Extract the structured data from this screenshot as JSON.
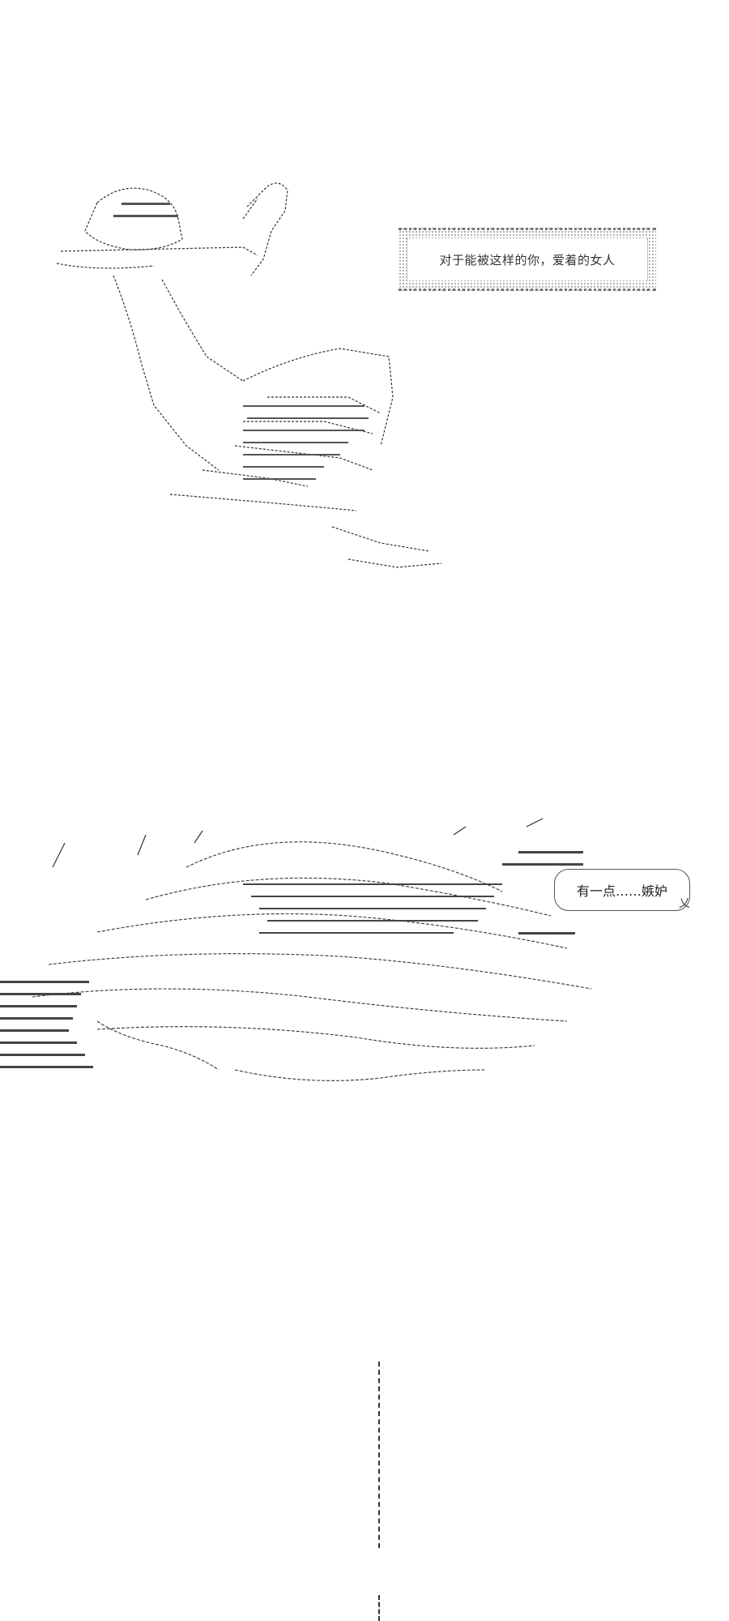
{
  "caption": {
    "text": "对于能被这样的你，爱着的女人"
  },
  "speech": {
    "text": "有一点……嫉妒"
  },
  "art": {
    "scene1_subject": "seated-figure-ascii-art",
    "scene2_subject": "crowd-grasping-hands-ascii-art"
  },
  "colors": {
    "background": "#ffffff",
    "ink": "#222222"
  }
}
